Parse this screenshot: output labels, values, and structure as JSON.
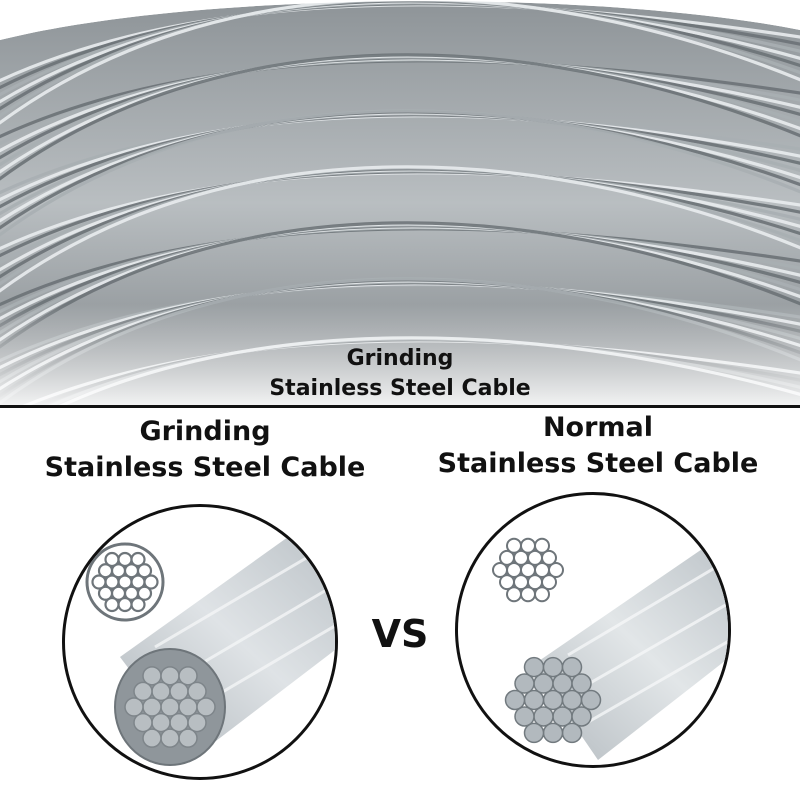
{
  "hero": {
    "caption_line1": "Grinding",
    "caption_line2": "Stainless Steel Cable"
  },
  "left_panel": {
    "title_line1": "Grinding",
    "title_line2": "Stainless Steel Cable",
    "image_icon": "grinding-cable-cross-section-icon"
  },
  "right_panel": {
    "title_line1": "Normal",
    "title_line2": "Stainless Steel Cable",
    "image_icon": "normal-cable-cross-section-icon"
  },
  "comparison": {
    "vs_label": "VS"
  },
  "colors": {
    "steel_light": "#d9dde0",
    "steel_mid": "#9aa1a6",
    "steel_dark": "#4b5156",
    "text": "#111111"
  }
}
